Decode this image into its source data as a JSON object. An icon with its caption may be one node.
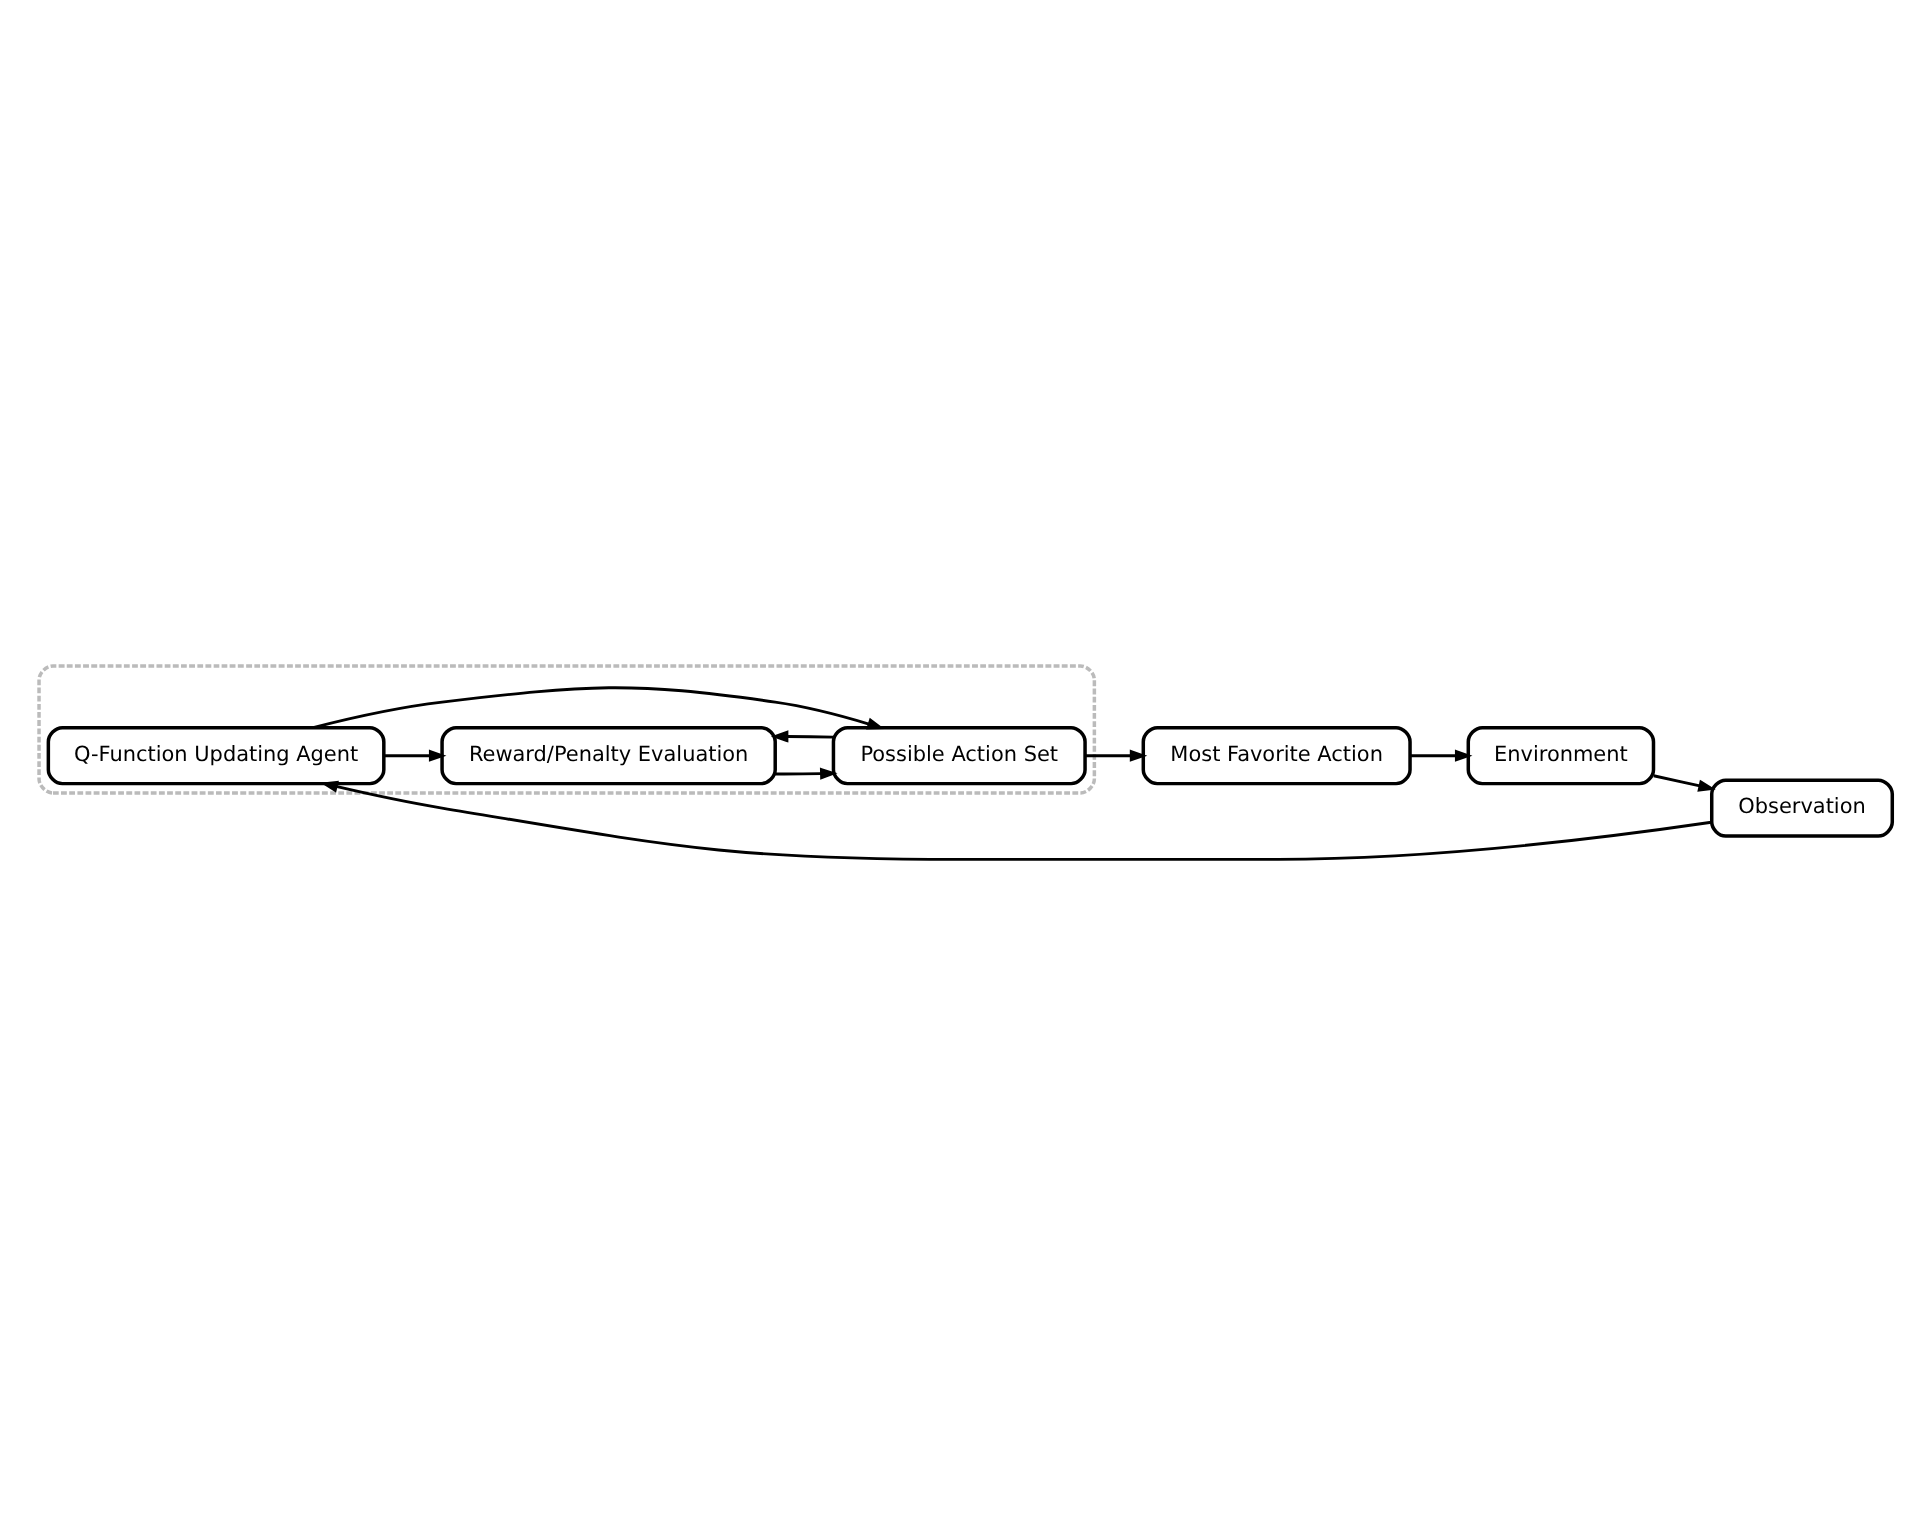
{
  "diagram": {
    "nodes": [
      {
        "text": [],
        "shape": "box"
      },
      {
        "text": [
          "Q-Function Updating Agent"
        ],
        "in": 0
      },
      {
        "text": [
          "Reward/Penalty Evaluation"
        ],
        "in": 0
      },
      {
        "text": [
          "Possible Action Set"
        ],
        "in": 0
      },
      {
        "text": [
          "Observation"
        ]
      },
      {
        "text": [
          "Environment"
        ]
      },
      {
        "text": [
          "Most Favorite Action"
        ]
      }
    ],
    "edges": [
      {
        "from": 4,
        "to": 1,
        "arrow": "to"
      },
      {
        "from": 1,
        "to": 2,
        "arrow": "to"
      },
      {
        "from": 2,
        "to": 3,
        "arrow": "to"
      },
      {
        "from": 3,
        "to": 2,
        "arrow": "to"
      },
      {
        "from": 1,
        "to": 3,
        "arrow": "to"
      },
      {
        "from": 3,
        "to": 6,
        "arrow": "to"
      },
      {
        "from": 6,
        "to": 5,
        "arrow": "to"
      },
      {
        "from": 5,
        "to": 4,
        "arrow": "to"
      }
    ]
  }
}
